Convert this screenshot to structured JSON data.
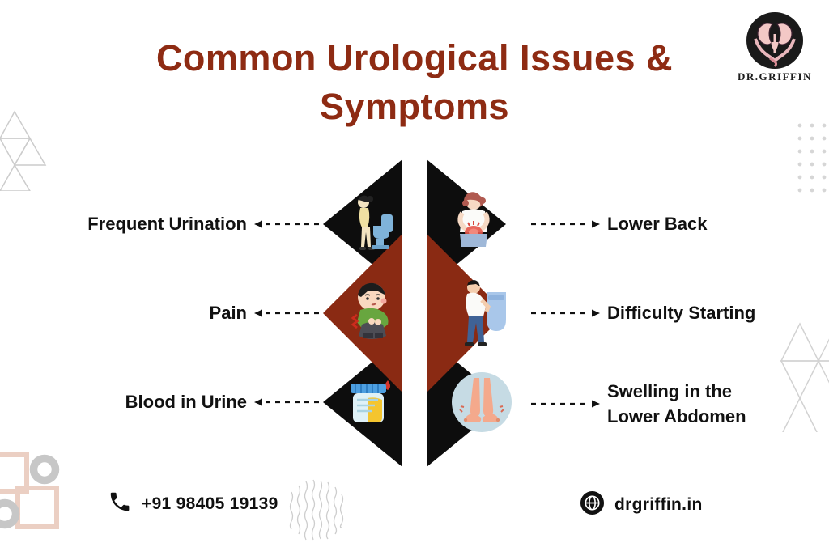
{
  "title": {
    "line1": "Common Urological Issues &",
    "line2": "Symptoms"
  },
  "logo": {
    "name": "DR.GRIFFIN",
    "icon": "kidney-logo-icon"
  },
  "diagram": {
    "left_items": [
      {
        "label": "Frequent Urination",
        "icon": "frequent-urination-icon",
        "shape": "black-triangle"
      },
      {
        "label": "Pain",
        "icon": "abdominal-pain-icon",
        "shape": "red-diamond"
      },
      {
        "label": "Blood in Urine",
        "icon": "urine-sample-icon",
        "shape": "black-triangle"
      }
    ],
    "right_items": [
      {
        "label": "Lower Back",
        "icon": "lower-back-pain-icon",
        "shape": "black-triangle"
      },
      {
        "label": "Difficulty Starting",
        "icon": "urinal-difficulty-icon",
        "shape": "red-diamond"
      },
      {
        "label": "Swelling in the Lower Abdomen",
        "icon": "swollen-feet-icon",
        "shape": "black-triangle"
      }
    ]
  },
  "footer": {
    "phone": "+91 98405 19139",
    "website": "drgriffin.in"
  },
  "colors": {
    "accent_red": "#8E2B13",
    "shape_red": "#8A2A13",
    "shape_black": "#0D0D0D",
    "label_black": "#111111",
    "decor_gray": "#CFCFCF",
    "decor_pink": "#EBCFC3"
  }
}
